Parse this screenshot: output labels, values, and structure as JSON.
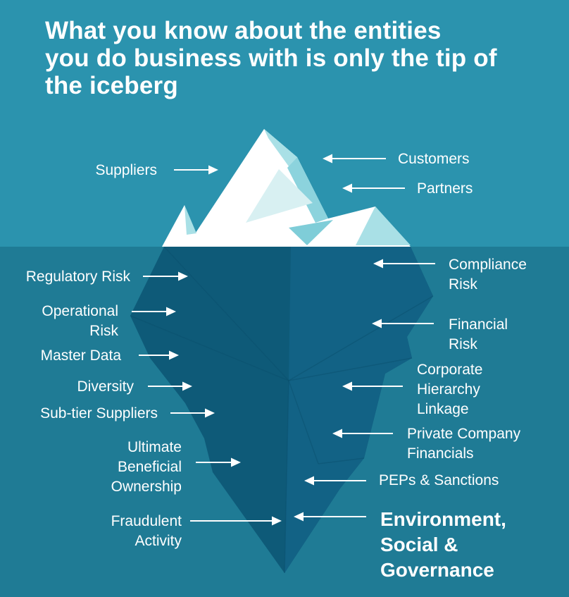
{
  "title": "What you know about the entities\nyou do business with is only the tip of\nthe iceberg",
  "labels": {
    "suppliers": "Suppliers",
    "customers": "Customers",
    "partners": "Partners",
    "regulatory_risk": "Regulatory Risk",
    "operational_risk": "Operational\nRisk",
    "master_data": "Master Data",
    "diversity": "Diversity",
    "sub_tier_suppliers": "Sub-tier Suppliers",
    "ultimate_beneficial_ownership": "Ultimate\nBeneficial\nOwnership",
    "fraudulent_activity": "Fraudulent\nActivity",
    "compliance_risk": "Compliance\nRisk",
    "financial_risk": "Financial\nRisk",
    "corporate_hierarchy_linkage": "Corporate\nHierarchy\nLinkage",
    "private_company_financials": "Private Company\nFinancials",
    "peps_sanctions": "PEPs & Sanctions",
    "esg": "Environment,\nSocial &\nGovernance"
  },
  "colors": {
    "sky": "#2B93AE",
    "water": "#1F7B95",
    "iceberg_above": "#FFFFFF",
    "facet_light": "#D8F0F2",
    "facet_medium": "#A9E0E6",
    "facet_band": "#8CD3DD",
    "facet_deep": "#7FCDD8",
    "iceberg_below": "#0E5A78",
    "iceberg_below_facet": "#126285",
    "facet_edge": "#0A4F6C",
    "arrow": "#FFFFFF",
    "text": "#FFFFFF"
  }
}
